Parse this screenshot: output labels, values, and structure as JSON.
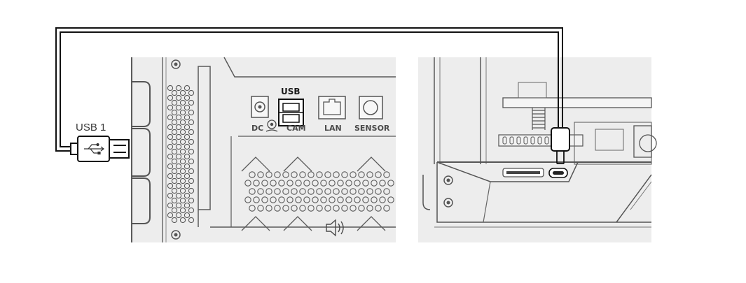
{
  "diagram": {
    "callout_label": "USB 1",
    "top_port_group_label": "USB",
    "port_labels": {
      "dc": "DC",
      "cam": "CAM",
      "lan": "LAN",
      "sensor": "SENSOR"
    },
    "icons": {
      "usb_plug": "usb-plug-icon",
      "usb_symbol": "usb-trident-icon",
      "camera": "camera-icon",
      "speaker": "speaker-icon"
    },
    "colors": {
      "panel": "#ededed",
      "line": "#4a4a4a",
      "cable": "#111111"
    }
  }
}
